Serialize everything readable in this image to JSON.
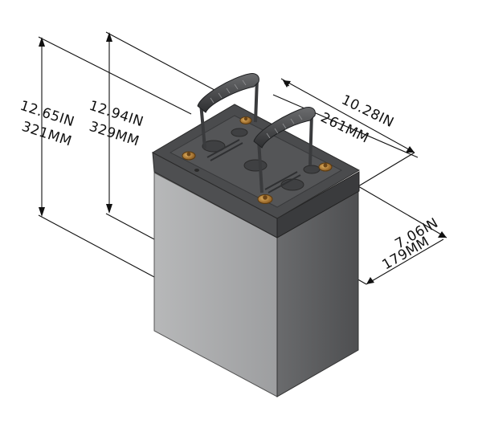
{
  "dimensions": {
    "height_total": {
      "inches": "12.65IN",
      "mm": "321MM"
    },
    "height_case": {
      "inches": "12.94IN",
      "mm": "329MM"
    },
    "length": {
      "inches": "10.28IN",
      "mm": "261MM"
    },
    "width": {
      "inches": "7.06IN",
      "mm": "179MM"
    }
  },
  "colors": {
    "case_front": "#a9aaab",
    "case_side": "#5c5d5f",
    "lid_top": "#4a4b4d",
    "handle": "#3a3b3d",
    "terminal": "#b07a32"
  }
}
